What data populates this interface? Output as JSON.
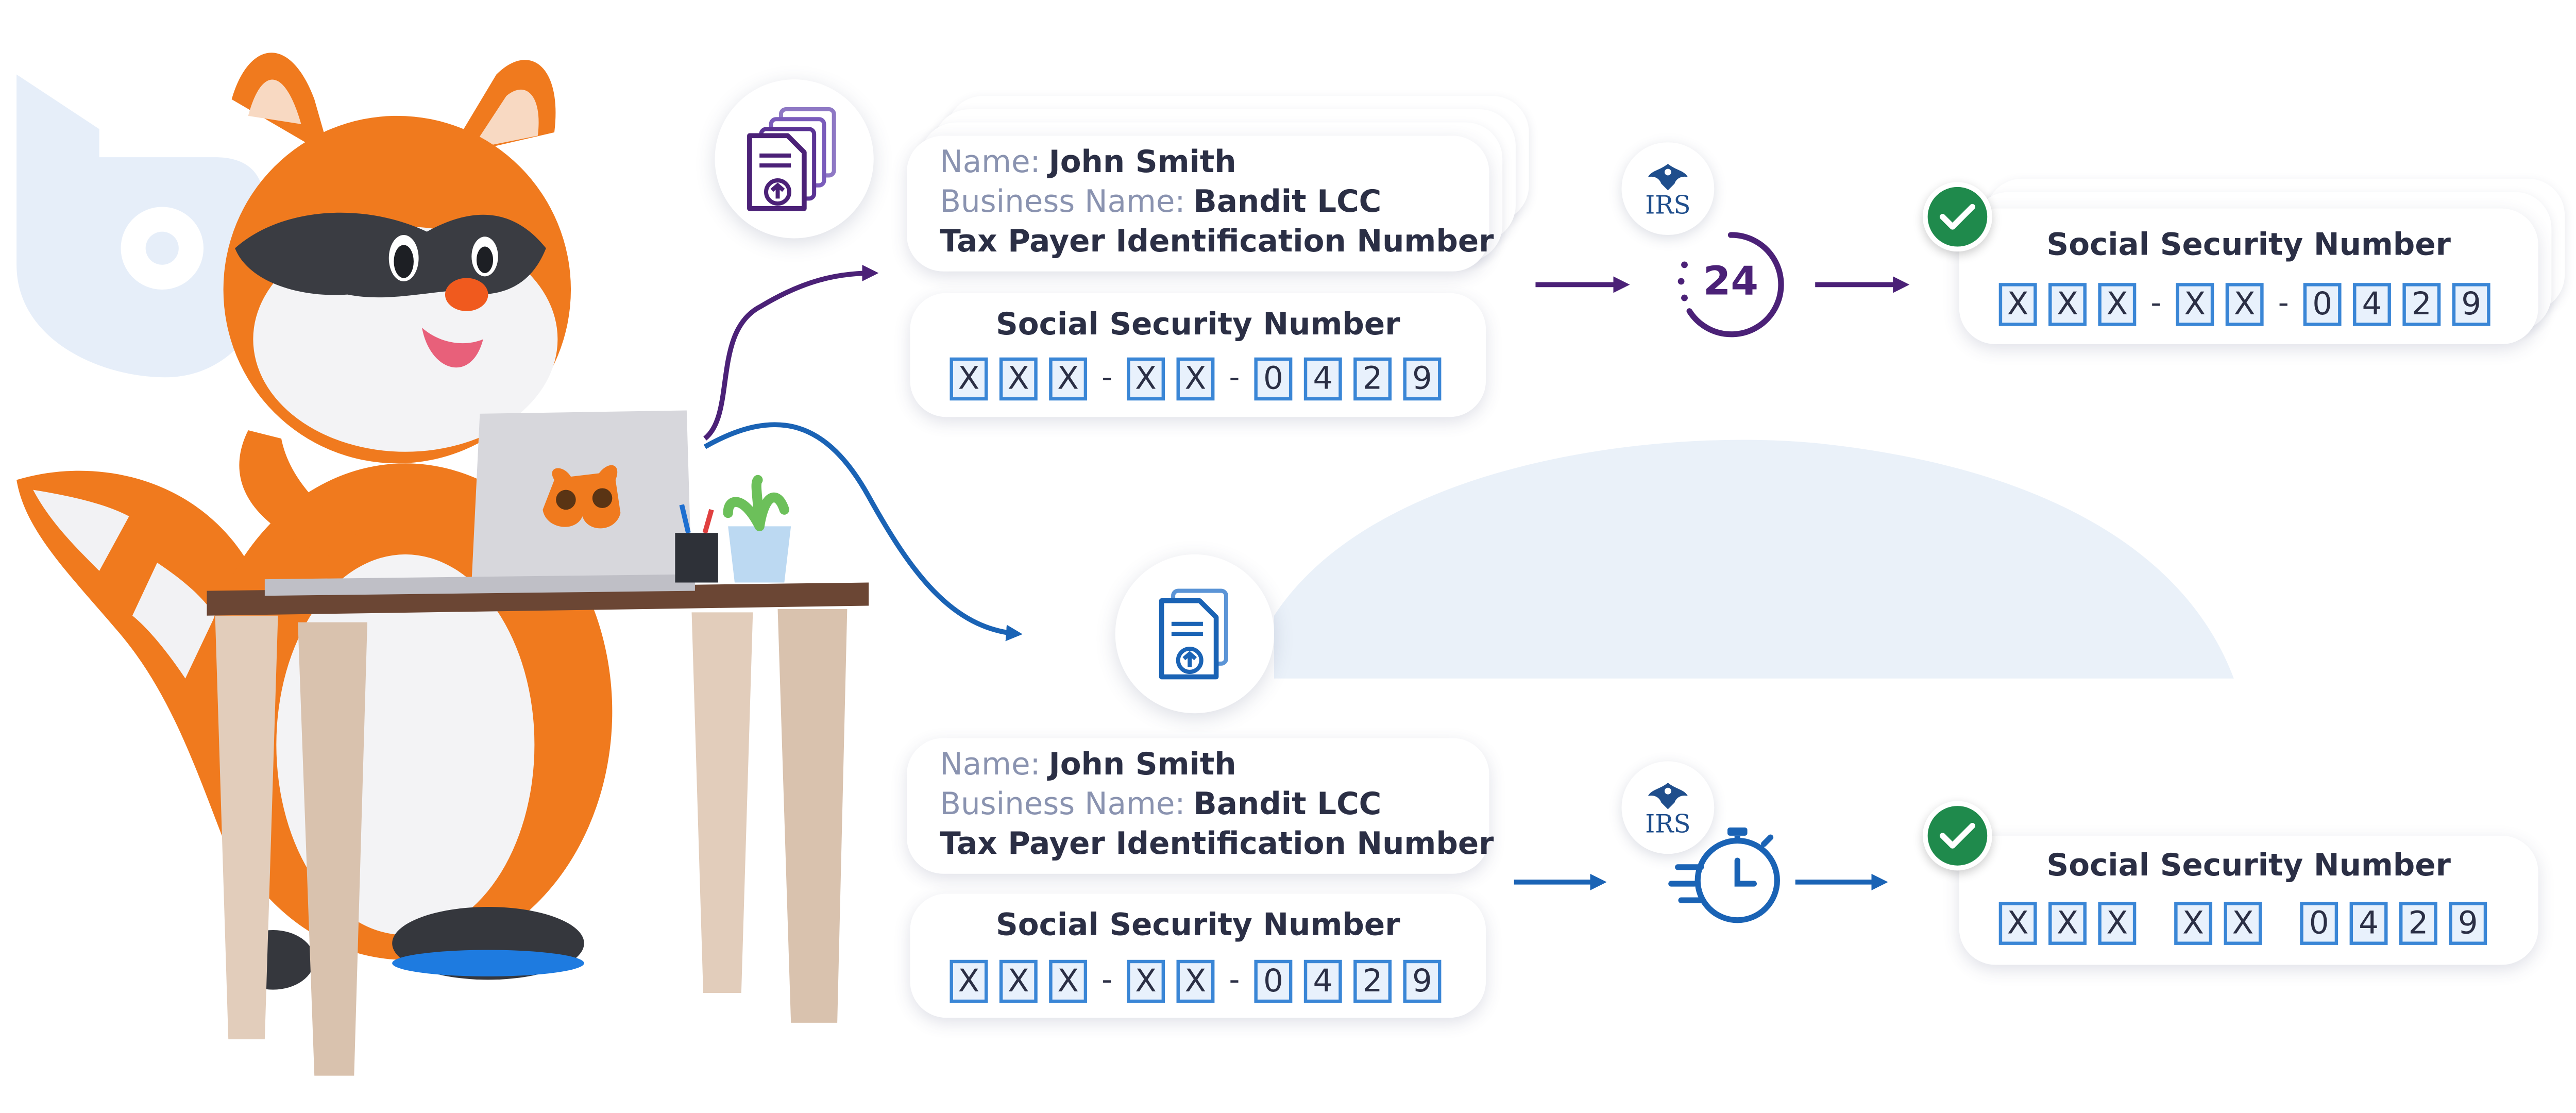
{
  "colors": {
    "purple": "#4b2177",
    "blue": "#1a63b5",
    "check_green": "#1f8a4c",
    "ssn_box_border": "#3a86d6",
    "fox_orange": "#f07a1e"
  },
  "icons": {
    "documents_stack": "documents-upload-icon",
    "document_single": "document-upload-icon",
    "irs_seal": "irs-eagle-seal",
    "timer_24h": "24-hour-clock-icon",
    "fast_timer": "stopwatch-fast-icon",
    "verified": "check-mark-icon"
  },
  "top_flow": {
    "info_card": {
      "name_label": "Name:",
      "name_value": "John Smith",
      "business_label": "Business Name:",
      "business_value": "Bandit LCC",
      "tin_label": "Tax Payer Identification Number"
    },
    "ssn_card": {
      "title": "Social Security Number",
      "digits": [
        "X",
        "X",
        "X",
        "-",
        "X",
        "X",
        "-",
        "0",
        "4",
        "2",
        "9"
      ]
    },
    "irs_label": "IRS",
    "timer_label": "24",
    "result_card": {
      "title": "Social Security Number",
      "digits": [
        "X",
        "X",
        "X",
        "-",
        "X",
        "X",
        "-",
        "0",
        "4",
        "2",
        "9"
      ]
    }
  },
  "bottom_flow": {
    "info_card": {
      "name_label": "Name:",
      "name_value": "John Smith",
      "business_label": "Business Name:",
      "business_value": "Bandit LCC",
      "tin_label": "Tax Payer Identification Number"
    },
    "ssn_card": {
      "title": "Social Security Number",
      "digits": [
        "X",
        "X",
        "X",
        "-",
        "X",
        "X",
        "-",
        "0",
        "4",
        "2",
        "9"
      ]
    },
    "irs_label": "IRS",
    "result_card": {
      "title": "Social Security Number",
      "digits": [
        "X",
        "X",
        "X",
        " ",
        "X",
        "X",
        " ",
        "0",
        "4",
        "2",
        "9"
      ]
    }
  }
}
